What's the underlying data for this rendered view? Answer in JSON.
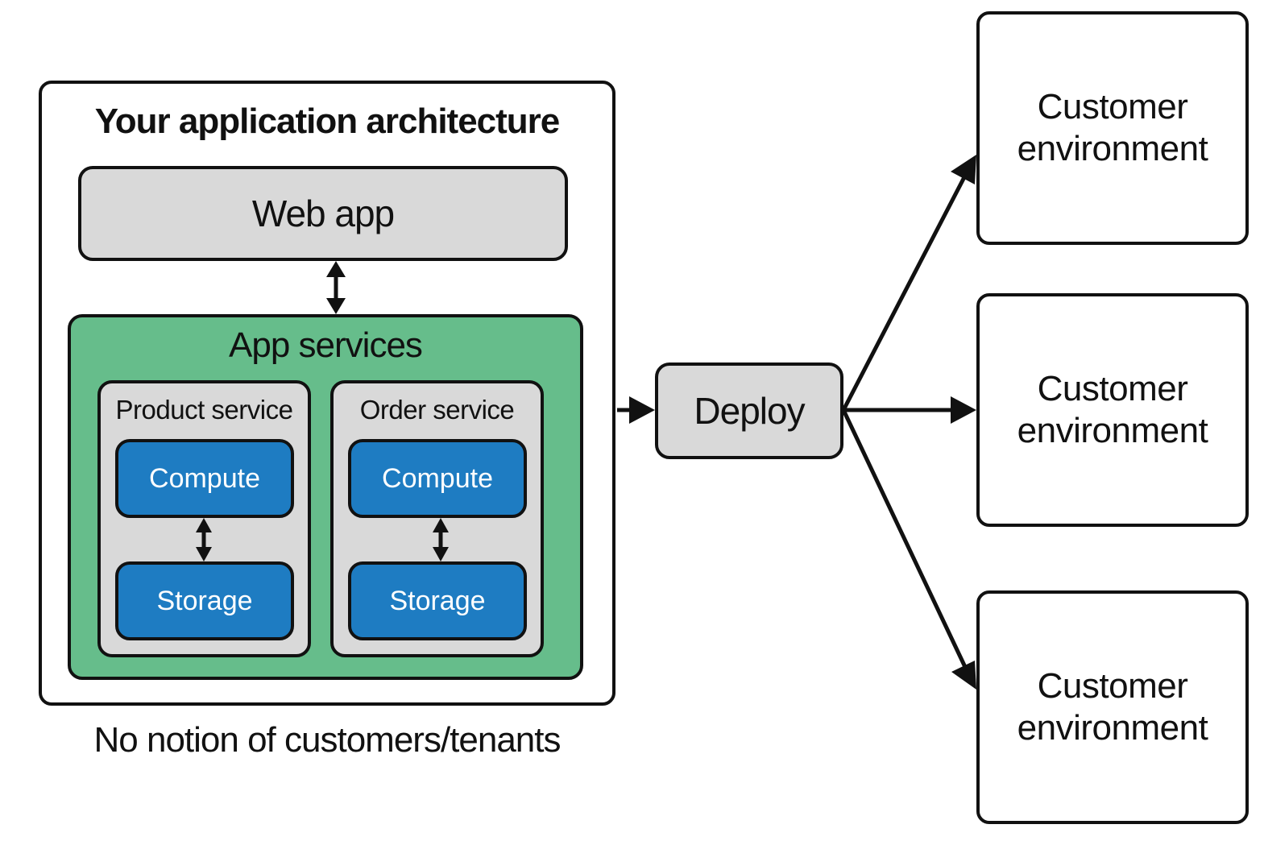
{
  "colors": {
    "stroke": "#111111",
    "grey_fill": "#d9d9d9",
    "green_fill": "#66bd8b",
    "blue_fill": "#1e7cc2",
    "white_fill": "#ffffff"
  },
  "architecture": {
    "title": "Your application architecture",
    "web_app": "Web app",
    "app_services": {
      "title": "App services",
      "services": [
        {
          "title": "Product service",
          "compute": "Compute",
          "storage": "Storage"
        },
        {
          "title": "Order service",
          "compute": "Compute",
          "storage": "Storage"
        }
      ]
    },
    "caption": "No notion of customers/tenants"
  },
  "deploy": "Deploy",
  "environments": [
    {
      "line1": "Customer",
      "line2": "environment"
    },
    {
      "line1": "Customer",
      "line2": "environment"
    },
    {
      "line1": "Customer",
      "line2": "environment"
    }
  ]
}
